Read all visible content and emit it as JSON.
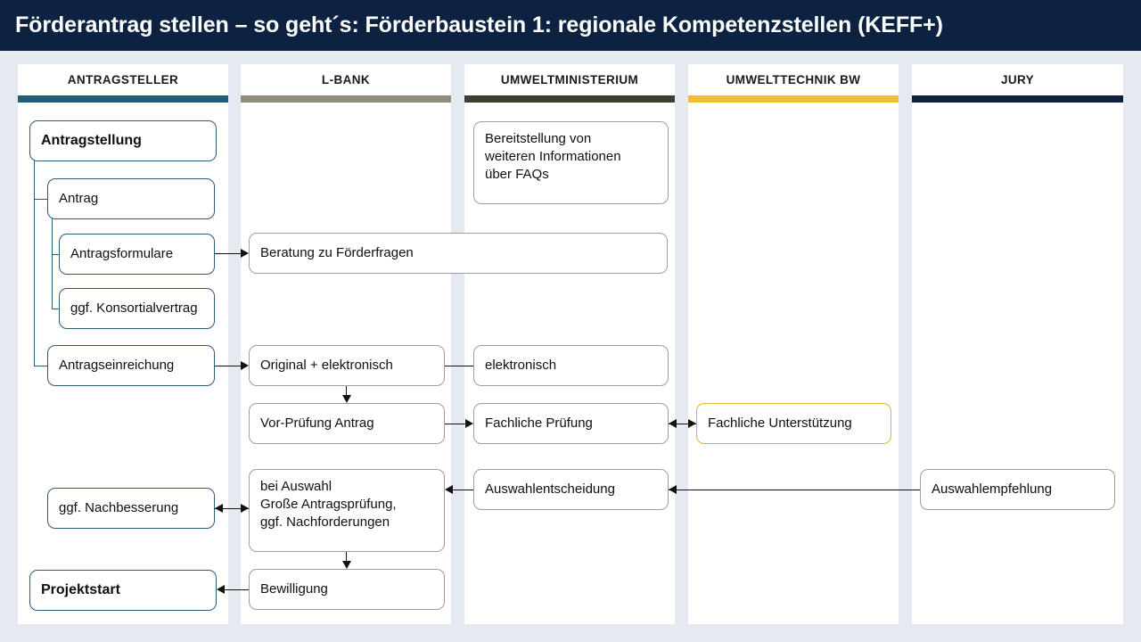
{
  "header": {
    "title": "Förderantrag stellen – so geht´s: Förderbaustein 1: regionale Kompetenzstellen (KEFF+)",
    "background": "#0d2240",
    "text_color": "#ffffff"
  },
  "page": {
    "background": "#e4eaf0",
    "lane_background": "#ffffff"
  },
  "lanes": [
    {
      "id": "antragsteller",
      "label": "ANTRAGSTELLER",
      "accent": "#1f5d77"
    },
    {
      "id": "lbank",
      "label": "L-BANK",
      "accent": "#918d7d"
    },
    {
      "id": "umweltministerium",
      "label": "UMWELTMINISTERIUM",
      "accent": "#3d3f30"
    },
    {
      "id": "umwelttechnik",
      "label": "UMWELTTECHNIK BW",
      "accent": "#efbe33"
    },
    {
      "id": "jury",
      "label": "JURY",
      "accent": "#0d2240"
    }
  ],
  "nodes": {
    "antragstellung": {
      "label": "Antragstellung",
      "lane": "antragsteller",
      "style": "blue bold"
    },
    "antrag": {
      "label": "Antrag",
      "lane": "antragsteller",
      "style": "blue"
    },
    "antragsformulare": {
      "label": "Antragsformulare",
      "lane": "antragsteller",
      "style": "blue"
    },
    "konsortialvertrag": {
      "label": "ggf. Konsortialvertrag",
      "lane": "antragsteller",
      "style": "blue"
    },
    "antragseinreichung": {
      "label": "Antragseinreichung",
      "lane": "antragsteller",
      "style": "blue"
    },
    "nachbesserung": {
      "label": "ggf. Nachbesserung",
      "lane": "antragsteller",
      "style": "blue"
    },
    "projektstart": {
      "label": "Projektstart",
      "lane": "antragsteller",
      "style": "blue bold"
    },
    "beratung": {
      "label": "Beratung zu Förderfragen",
      "lane": "lbank",
      "style": "plain"
    },
    "original_elektronisch": {
      "label": "Original + elektronisch",
      "lane": "lbank",
      "style": "plain"
    },
    "vorpruefung": {
      "label": "Vor-Prüfung Antrag",
      "lane": "lbank",
      "style": "plain"
    },
    "grosse_pruefung_l1": {
      "label": "bei Auswahl",
      "lane": "lbank",
      "style": "plain"
    },
    "grosse_pruefung_l2": {
      "label": "Große Antragsprüfung,",
      "lane": "lbank",
      "style": "plain"
    },
    "grosse_pruefung_l3": {
      "label": "ggf. Nachforderungen",
      "lane": "lbank",
      "style": "plain"
    },
    "bewilligung": {
      "label": "Bewilligung",
      "lane": "lbank",
      "style": "plain"
    },
    "faq_l1": {
      "label": "Bereitstellung von",
      "lane": "umweltministerium",
      "style": "plain"
    },
    "faq_l2": {
      "label": "weiteren Informationen",
      "lane": "umweltministerium",
      "style": "plain"
    },
    "faq_l3": {
      "label": "über FAQs",
      "lane": "umweltministerium",
      "style": "plain"
    },
    "elektronisch": {
      "label": "elektronisch",
      "lane": "umweltministerium",
      "style": "plain"
    },
    "fachliche_pruefung": {
      "label": "Fachliche Prüfung",
      "lane": "umweltministerium",
      "style": "plain"
    },
    "auswahlentscheidung": {
      "label": "Auswahlentscheidung",
      "lane": "umweltministerium",
      "style": "plain"
    },
    "fachliche_unterstuetzung": {
      "label": "Fachliche Unterstützung",
      "lane": "umwelttechnik",
      "style": "gold"
    },
    "auswahlempfehlung": {
      "label": "Auswahlempfehlung",
      "lane": "jury",
      "style": "plain"
    }
  }
}
